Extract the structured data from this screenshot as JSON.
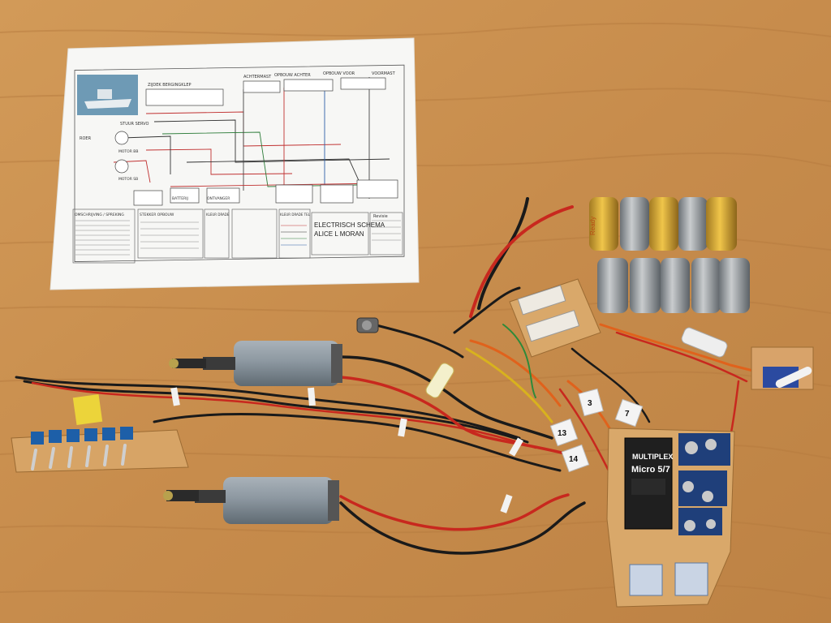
{
  "schematic": {
    "title_line1": "ELECTRISCH SCHEMA",
    "title_line2": "ALICE L MORAN",
    "legend_left_title": "OMSCHRIJVING / SPREKING",
    "legend_mid_title": "STEKKER OPBOUW",
    "legend_wire_title": "KLEUR DRADE",
    "legend_right_title": "KLEUR DRADE TEL",
    "zones": [
      "ZIJDEK BERGINGKLEP",
      "ACHTERMAST",
      "OPBOUW ACHTER",
      "OPBOUW VOOR",
      "VOORMAST"
    ],
    "component_labels": [
      "STUUR SERVO",
      "ROER",
      "MOTOR BB",
      "MOTOR SB",
      "BATTERIJ",
      "ONTVANGER"
    ],
    "revisie_label": "Revisie"
  },
  "receiver": {
    "brand": "MULTIPLEX",
    "model": "Micro 5/7"
  },
  "cable_tags": [
    "13",
    "14",
    "3",
    "7"
  ],
  "battery": {
    "cell_brand": "Ready"
  },
  "colors": {
    "table": "#c9914f",
    "paper": "#f7f7f5",
    "wire_red": "#c8281e",
    "wire_black": "#1a1a1a",
    "wire_orange": "#e0621c",
    "wire_yellow": "#d8b21e",
    "motor_can": "#8d98a1",
    "switch_blue": "#1d5fa8",
    "pcb_blue": "#1f3f7a"
  }
}
